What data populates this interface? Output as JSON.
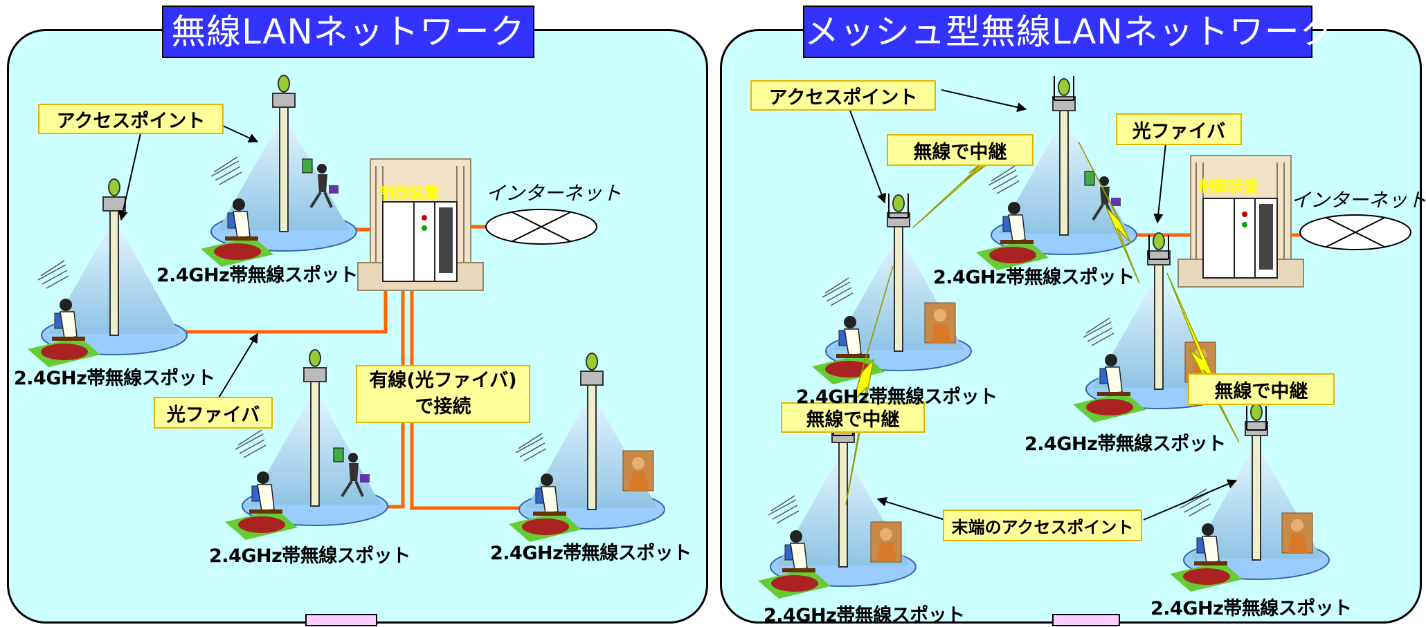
{
  "left": {
    "title": "無線LANネットワーク",
    "callouts": {
      "access_point": "アクセスポイント",
      "fiber": "光ファイバ",
      "wired_line1": "有線(光ファイバ)",
      "wired_line2": "で接続"
    },
    "spot_labels": [
      "2.4GHz帯無線スポット",
      "2.4GHz帯無線スポット",
      "2.4GHz帯無線スポット",
      "2.4GHz帯無線スポット"
    ],
    "controller": "制御装置",
    "internet": "インターネット"
  },
  "right": {
    "title": "メッシュ型無線LANネットワーク",
    "callouts": {
      "access_point": "アクセスポイント",
      "fiber": "光ファイバ",
      "relay": "無線で中継",
      "terminal_ap": "末端のアクセスポイント"
    },
    "spot_labels": [
      "2.4GHz帯無線スポット",
      "2.4GHz帯無線スポット",
      "2.4GHz帯無線スポット",
      "2.4GHz帯無線スポット",
      "2.4GHz帯無線スポット"
    ],
    "controller": "制御装置",
    "internet": "インターネット"
  },
  "colors": {
    "panel_bg": "#ccffff",
    "title_bg": "#3333ff",
    "callout_bg": "#ffff99",
    "fiber_line": "#ff6600",
    "relay_bolt": "#ffff00",
    "tab": "#ffccff"
  }
}
